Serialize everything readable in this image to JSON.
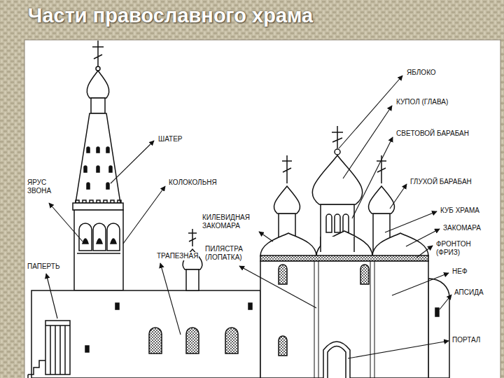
{
  "diagram": {
    "title": "Части православного храма",
    "labels": [
      "ЯБЛОКО",
      "КУПОЛ (ГЛАВА)",
      "СВЕТОВОЙ БАРАБАН",
      "ГЛУХОЙ БАРАБАН",
      "ШАТЕР",
      "ЯРУС ЗВОНА",
      "КОЛОКОЛЬНЯ",
      "КИЛЕВИДНАЯ ЗАКОМАРА",
      "ПИЛЯСТРА (ЛОПАТКА)",
      "ТРАПЕЗНАЯ",
      "ПАПЕРТЬ",
      "КУБ ХРАМА",
      "ЗАКОМАРА",
      "ФРОНТОН (ФРИЗ)",
      "НЕФ",
      "АПСИДА",
      "ПОРТАЛ"
    ]
  }
}
